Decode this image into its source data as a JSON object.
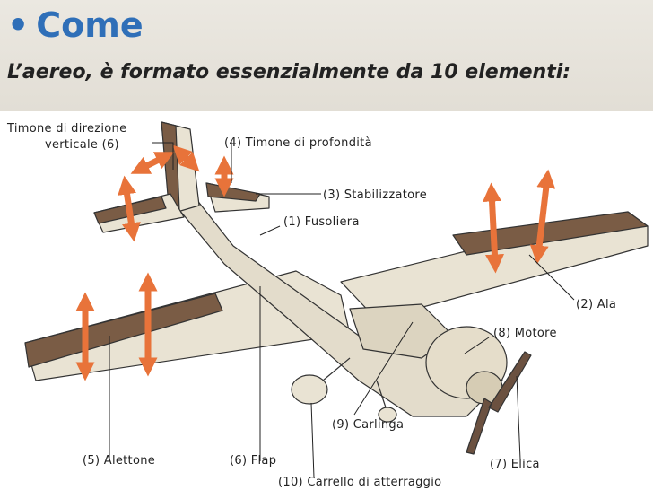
{
  "header": {
    "bullet": "•",
    "title": "Come",
    "subtitle": "L’aereo, è formato essenzialmente da 10 elementi:"
  },
  "labels": {
    "rudder_line1": "Timone di direzione",
    "rudder_line2": "verticale (6)",
    "elevator": "(4) Timone di profondità",
    "stabilizer": "(3) Stabilizzatore",
    "fuselage": "(1) Fusoliera",
    "wing": "(2) Ala",
    "engine": "(8) Motore",
    "cockpit": "(9) Carlinga",
    "aileron": "(5) Alettone",
    "flap": "(6)  Flap",
    "propeller": "(7) Elica",
    "landing_gear": "(10) Carrello di atterraggio"
  },
  "colors": {
    "title_blue": "#2f6fb8",
    "body": "#e9e3d3",
    "control_surface": "#7a5c45",
    "arrow": "#e8733a",
    "outline": "#333333"
  }
}
